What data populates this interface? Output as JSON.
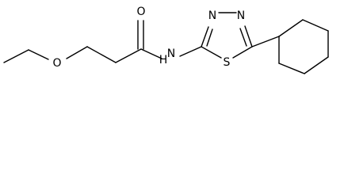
{
  "molecule": {
    "atoms": {
      "carbonyl_oxygen": "O",
      "ether_oxygen": "O",
      "amide_nitrogen": "N",
      "amide_hydrogen": "H",
      "ring_nitrogen_left": "N",
      "ring_nitrogen_right": "N",
      "ring_sulfur": "S"
    }
  }
}
